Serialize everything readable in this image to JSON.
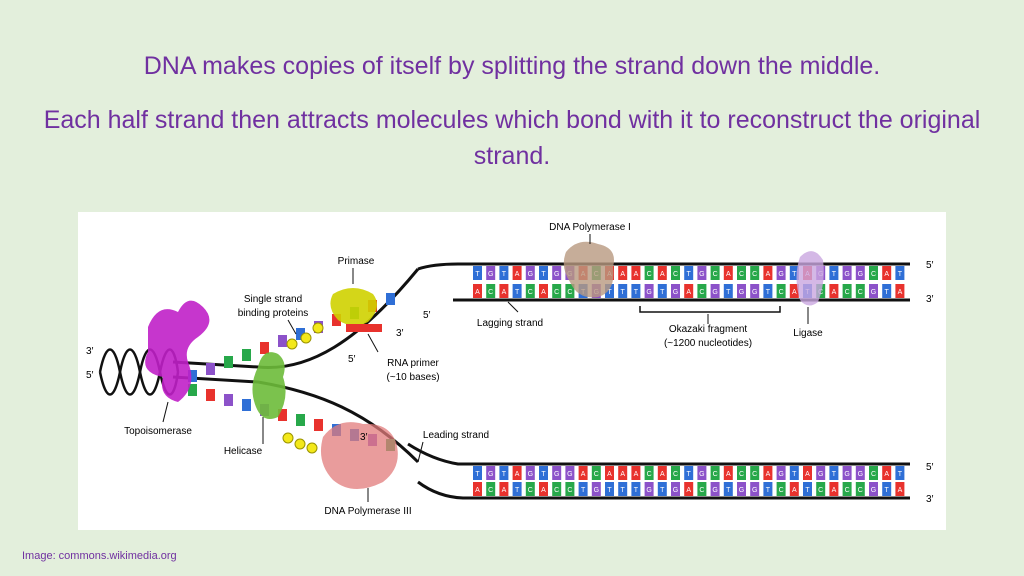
{
  "slide": {
    "line1": "DNA makes copies of itself by splitting the strand down the middle.",
    "line2": "Each half strand then attracts molecules which bond with it to reconstruct the original strand.",
    "credit": "Image: commons.wikimedia.org"
  },
  "diagram": {
    "labels": {
      "dna_pol1": "DNA Polymerase I",
      "primase": "Primase",
      "ssb_line1": "Single strand",
      "ssb_line2": "binding proteins",
      "lagging": "Lagging strand",
      "okazaki_line1": "Okazaki fragment",
      "okazaki_line2": "(~1200 nucleotides)",
      "ligase": "Ligase",
      "rna_primer_line1": "RNA primer",
      "rna_primer_line2": "(~10 bases)",
      "topo": "Topoisomerase",
      "helicase": "Helicase",
      "leading": "Leading strand",
      "dna_pol3": "DNA Polymerase III",
      "three_prime": "3′",
      "five_prime": "5′"
    },
    "top_strand_bases": "TGTAGTGGACAAACACTGCACCAGTAGTGGCAT",
    "top_comp_bases": "ACATCACCTGTTTGTGACGTGGTCATCACCGTA",
    "bottom_strand_bases": "TGTAGTGGACAAACACTGCACCAGTAGTGGCAT",
    "bottom_comp_bases": "ACATCACCTGTTTGTGACGTGGTCATCACCGTA",
    "base_colors": {
      "A": "#e8322d",
      "T": "#2f6fd6",
      "G": "#8c52c9",
      "C": "#27a84a"
    }
  }
}
